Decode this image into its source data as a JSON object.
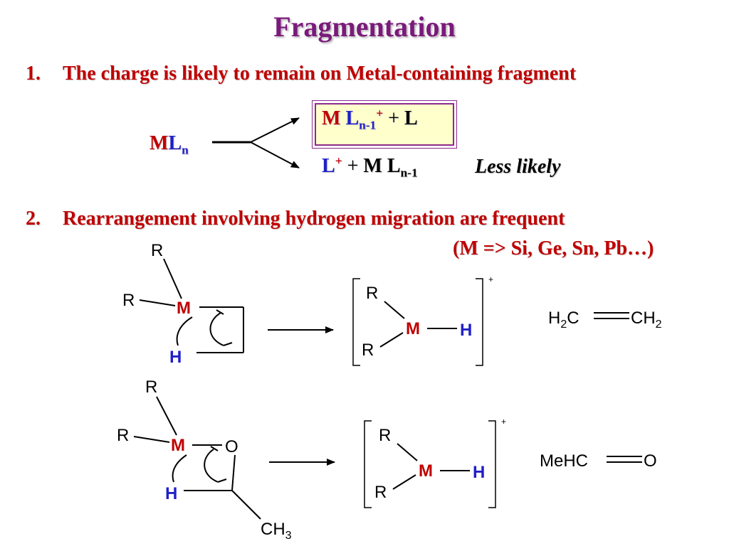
{
  "title": "Fragmentation",
  "points": [
    {
      "number": "1.",
      "text": "The charge is likely to remain on Metal-containing fragment"
    },
    {
      "number": "2.",
      "text": "Rearrangement involving hydrogen migration are frequent"
    }
  ],
  "condition": "(M => Si, Ge, Sn, Pb…)",
  "scheme1": {
    "reactant": {
      "metal": "M",
      "ligand": "L",
      "sub": "n"
    },
    "product_favored": {
      "metal": "M",
      "ligand": "L",
      "sub": "n-1",
      "charge": "+",
      "plus": "+",
      "free": "L"
    },
    "product_less": {
      "ion": "L",
      "charge": "+",
      "plus": "+",
      "metal": "M",
      "ligand": "L",
      "sub": "n-1"
    },
    "note": "Less likely"
  },
  "scheme2": {
    "reactant": {
      "r1": "R",
      "r2": "R",
      "m": "M",
      "h": "H"
    },
    "product": {
      "r1": "R",
      "r2": "R",
      "m": "M",
      "h": "H",
      "charge": "+"
    },
    "neutral": {
      "left": "H",
      "left_sub": "2",
      "left_c": "C",
      "right": "CH",
      "right_sub": "2"
    }
  },
  "scheme3": {
    "reactant": {
      "r1": "R",
      "r2": "R",
      "m": "M",
      "o": "O",
      "h": "H",
      "ch3": "CH",
      "ch3_sub": "3"
    },
    "product": {
      "r1": "R",
      "r2": "R",
      "m": "M",
      "h": "H",
      "charge": "+"
    },
    "neutral": {
      "left": "MeHC",
      "right": "O"
    }
  },
  "colors": {
    "title": "#7b1a7b",
    "text_red": "#c00000",
    "ligand_blue": "#2020c8",
    "hydrogen_blue": "#2020c8",
    "metal_red": "#c00000",
    "box_fill": "#ffffcc",
    "box_border": "#8c2a8c"
  }
}
